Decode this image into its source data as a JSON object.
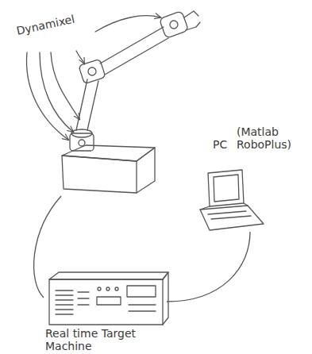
{
  "diagram": {
    "nodes": [
      {
        "text": [
          "Dynamixel"
        ]
      },
      {
        "text": [
          "PC",
          "(Matlab RoboPlus)"
        ]
      },
      {
        "text": [
          "Real time Target Machine"
        ]
      }
    ],
    "edges": [
      {
        "from": 0,
        "to": 2,
        "arrow": "none"
      },
      {
        "from": 2,
        "to": 1,
        "arrow": "none"
      }
    ]
  }
}
